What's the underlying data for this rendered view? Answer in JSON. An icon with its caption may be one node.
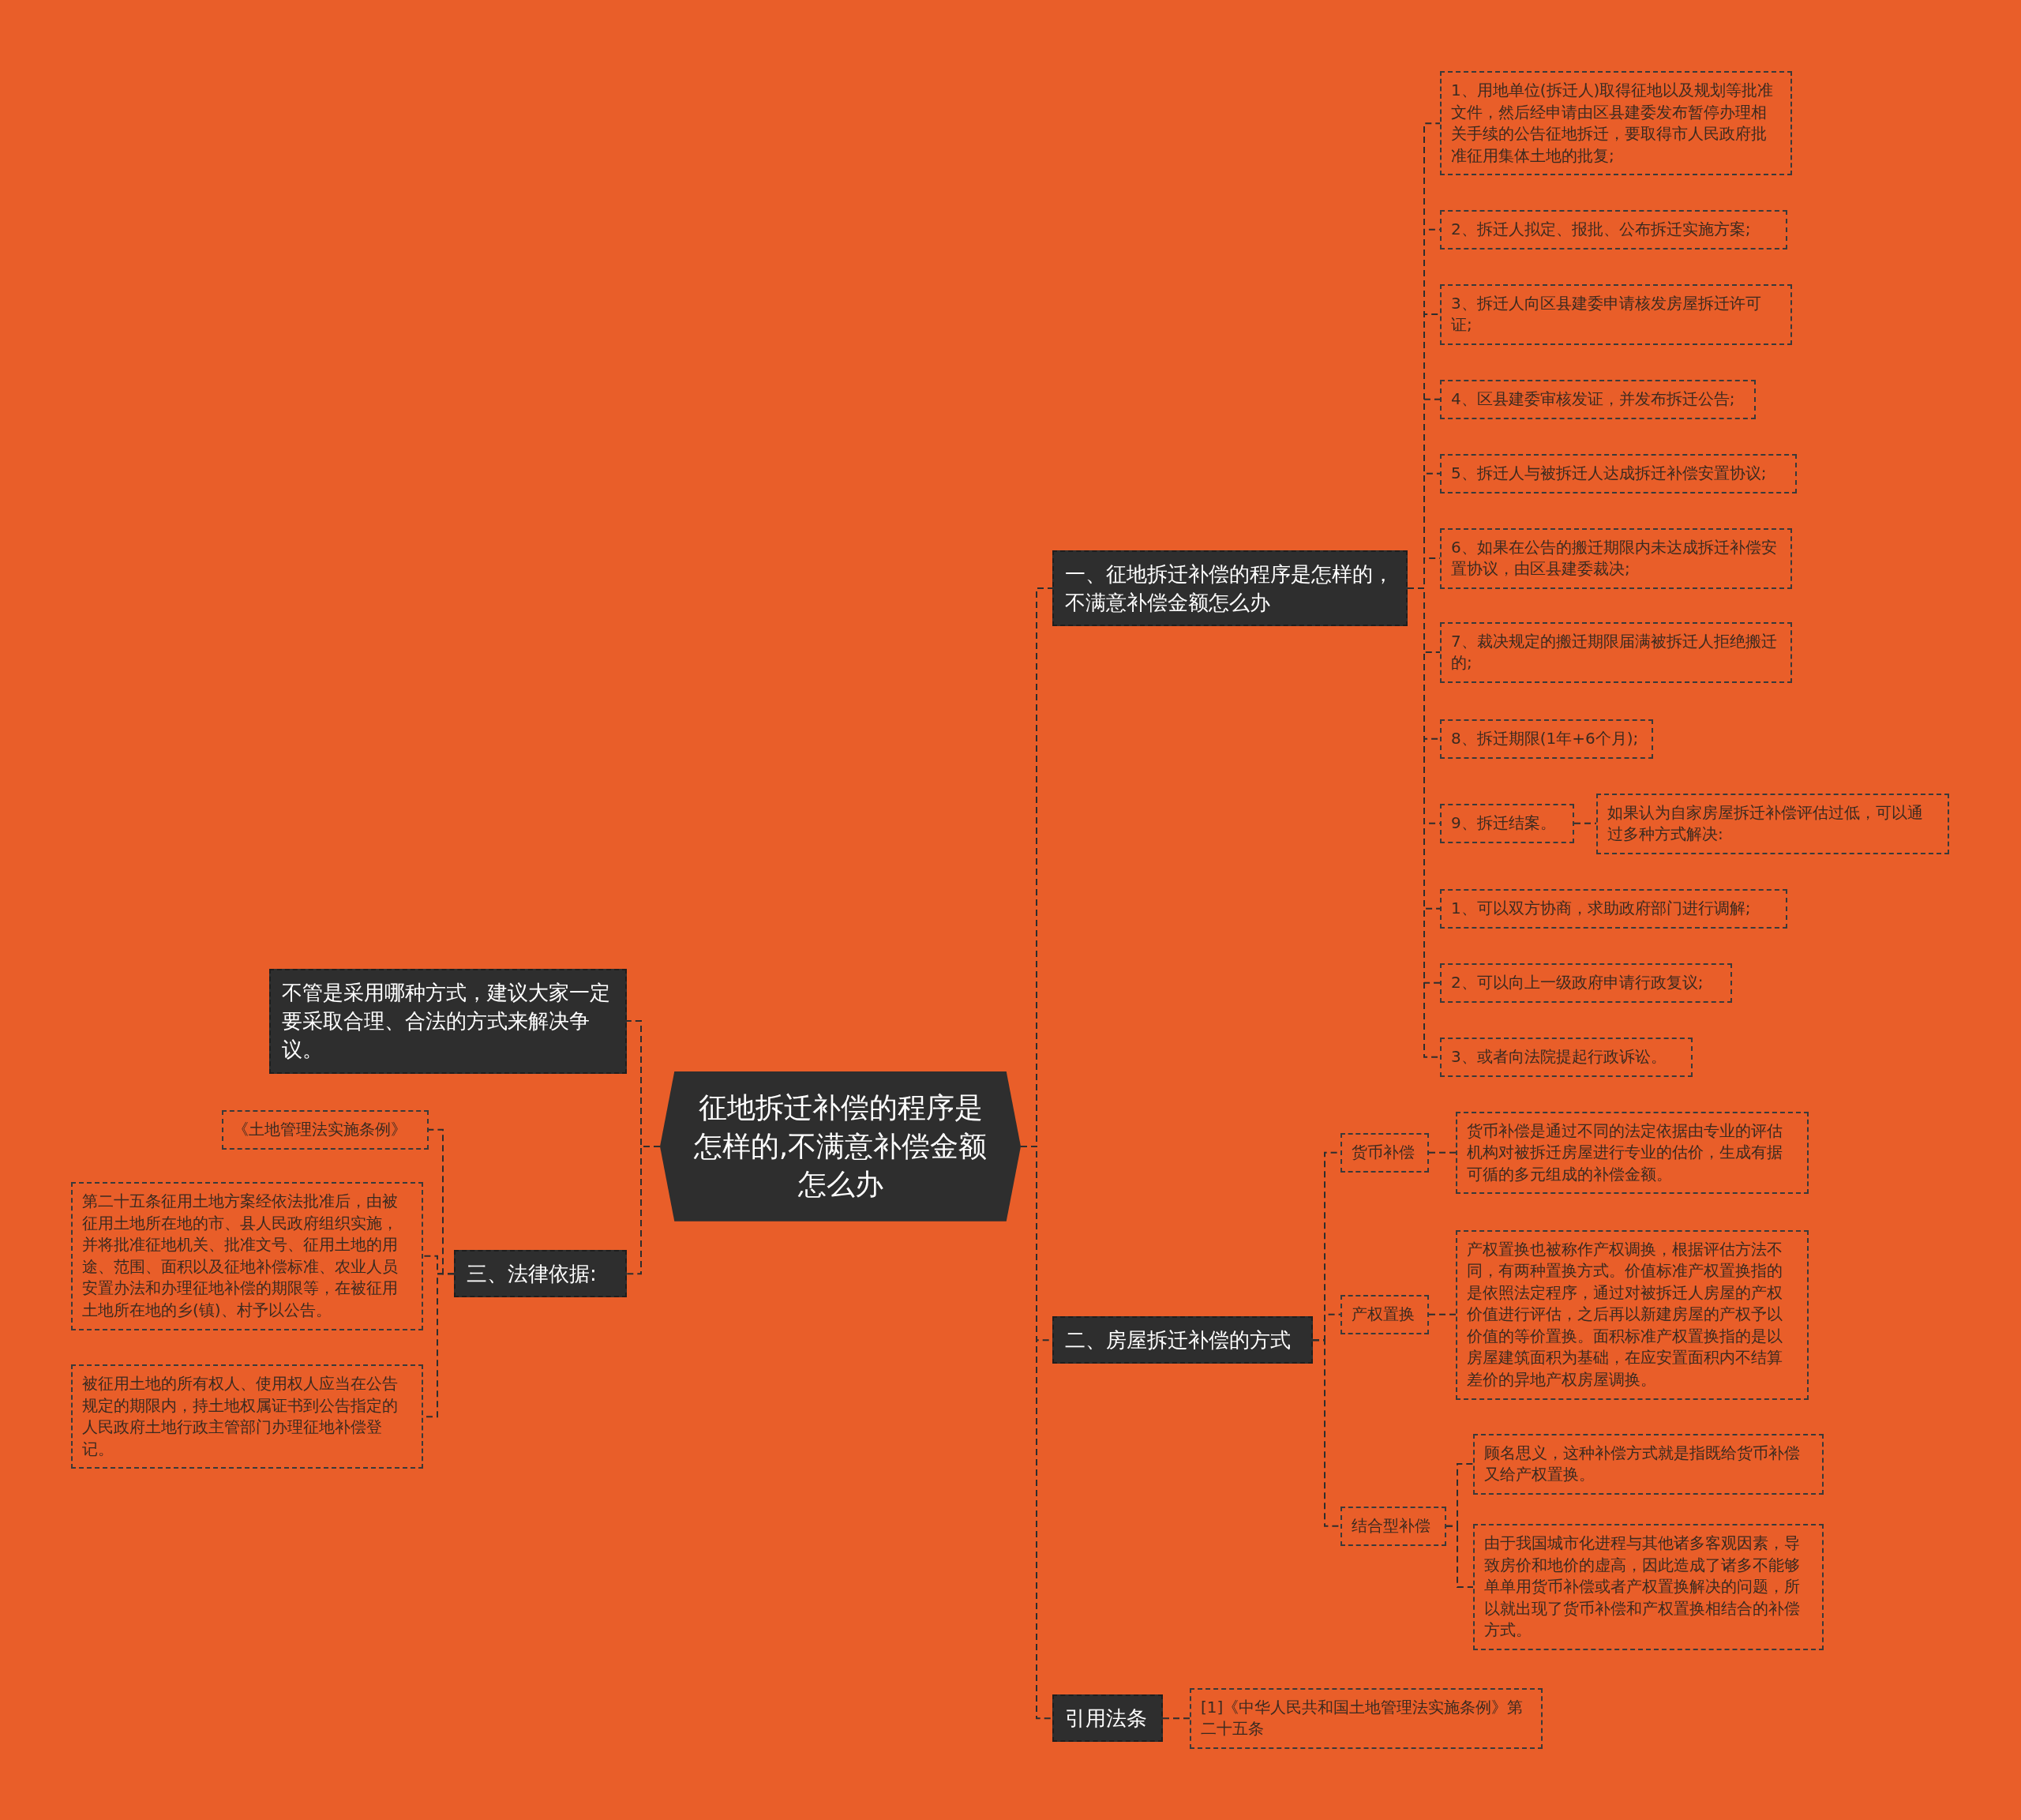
{
  "diagram": {
    "nodes": [
      {
        "text": [
          "征地拆迁补偿的程序是怎样的,不满意补偿金额怎么办"
        ]
      },
      {
        "text": [
          "一、征地拆迁补偿的程序是怎样的，不满意补偿金额怎么办"
        ]
      },
      {
        "text": [
          "1、用地单位(拆迁人)取得征地以及规划等批准文件，然后经申请由区县建委发布暂停办理相关手续的公告征地拆迁，要取得市人民政府批准征用集体土地的批复;"
        ]
      },
      {
        "text": [
          "2、拆迁人拟定、报批、公布拆迁实施方案;"
        ]
      },
      {
        "text": [
          "3、拆迁人向区县建委申请核发房屋拆迁许可证;"
        ]
      },
      {
        "text": [
          "4、区县建委审核发证，并发布拆迁公告;"
        ]
      },
      {
        "text": [
          "5、拆迁人与被拆迁人达成拆迁补偿安置协议;"
        ]
      },
      {
        "text": [
          "6、如果在公告的搬迁期限内未达成拆迁补偿安置协议，由区县建委裁决;"
        ]
      },
      {
        "text": [
          "7、裁决规定的搬迁期限届满被拆迁人拒绝搬迁的;"
        ]
      },
      {
        "text": [
          "8、拆迁期限(1年+6个月);"
        ]
      },
      {
        "text": [
          "9、拆迁结案。"
        ]
      },
      {
        "text": [
          "如果认为自家房屋拆迁补偿评估过低，可以通过多种方式解决:"
        ]
      },
      {
        "text": [
          "1、可以双方协商，求助政府部门进行调解;"
        ]
      },
      {
        "text": [
          "2、可以向上一级政府申请行政复议;"
        ]
      },
      {
        "text": [
          "3、或者向法院提起行政诉讼。"
        ]
      },
      {
        "text": [
          "二、房屋拆迁补偿的方式"
        ]
      },
      {
        "text": [
          "货币补偿"
        ]
      },
      {
        "text": [
          "货币补偿是通过不同的法定依据由专业的评估机构对被拆迁房屋进行专业的估价，生成有据可循的多元组成的补偿金额。"
        ]
      },
      {
        "text": [
          "产权置换"
        ]
      },
      {
        "text": [
          "产权置换也被称作产权调换，根据评估方法不同，有两种置换方式。价值标准产权置换指的是依照法定程序，通过对被拆迁人房屋的产权价值进行评估，之后再以新建房屋的产权予以价值的等价置换。面积标准产权置换指的是以房屋建筑面积为基础，在应安置面积内不结算差价的异地产权房屋调换。"
        ]
      },
      {
        "text": [
          "结合型补偿"
        ]
      },
      {
        "text": [
          "顾名思义，这种补偿方式就是指既给货币补偿又给产权置换。"
        ]
      },
      {
        "text": [
          "由于我国城市化进程与其他诸多客观因素，导致房价和地价的虚高，因此造成了诸多不能够单单用货币补偿或者产权置换解决的问题，所以就出现了货币补偿和产权置换相结合的补偿方式。"
        ]
      },
      {
        "text": [
          "引用法条"
        ]
      },
      {
        "text": [
          "[1]《中华人民共和国土地管理法实施条例》第二十五条"
        ]
      },
      {
        "text": [
          "不管是采用哪种方式，建议大家一定要采取合理、合法的方式来解决争议。"
        ]
      },
      {
        "text": [
          "三、法律依据:"
        ]
      },
      {
        "text": [
          "《土地管理法实施条例》"
        ]
      },
      {
        "text": [
          "第二十五条征用土地方案经依法批准后，由被征用土地所在地的市、县人民政府组织实施，并将批准征地机关、批准文号、征用土地的用途、范围、面积以及征地补偿标准、农业人员安置办法和办理征地补偿的期限等，在被征用土地所在地的乡(镇)、村予以公告。"
        ]
      },
      {
        "text": [
          "被征用土地的所有权人、使用权人应当在公告规定的期限内，持土地权属证书到公告指定的人民政府土地行政主管部门办理征地补偿登记。"
        ]
      }
    ],
    "edges": [
      {
        "from": 0,
        "to": 1,
        "arrow": "none"
      },
      {
        "from": 1,
        "to": 2,
        "arrow": "none"
      },
      {
        "from": 1,
        "to": 3,
        "arrow": "none"
      },
      {
        "from": 1,
        "to": 4,
        "arrow": "none"
      },
      {
        "from": 1,
        "to": 5,
        "arrow": "none"
      },
      {
        "from": 1,
        "to": 6,
        "arrow": "none"
      },
      {
        "from": 1,
        "to": 7,
        "arrow": "none"
      },
      {
        "from": 1,
        "to": 8,
        "arrow": "none"
      },
      {
        "from": 1,
        "to": 9,
        "arrow": "none"
      },
      {
        "from": 1,
        "to": 10,
        "arrow": "none"
      },
      {
        "from": 10,
        "to": 11,
        "arrow": "none"
      },
      {
        "from": 1,
        "to": 12,
        "arrow": "none"
      },
      {
        "from": 1,
        "to": 13,
        "arrow": "none"
      },
      {
        "from": 1,
        "to": 14,
        "arrow": "none"
      },
      {
        "from": 0,
        "to": 15,
        "arrow": "none"
      },
      {
        "from": 15,
        "to": 16,
        "arrow": "none"
      },
      {
        "from": 16,
        "to": 17,
        "arrow": "none"
      },
      {
        "from": 15,
        "to": 18,
        "arrow": "none"
      },
      {
        "from": 18,
        "to": 19,
        "arrow": "none"
      },
      {
        "from": 15,
        "to": 20,
        "arrow": "none"
      },
      {
        "from": 20,
        "to": 21,
        "arrow": "none"
      },
      {
        "from": 20,
        "to": 22,
        "arrow": "none"
      },
      {
        "from": 0,
        "to": 23,
        "arrow": "none"
      },
      {
        "from": 23,
        "to": 24,
        "arrow": "none"
      },
      {
        "from": 0,
        "to": 25,
        "arrow": "none"
      },
      {
        "from": 0,
        "to": 26,
        "arrow": "none"
      },
      {
        "from": 26,
        "to": 27,
        "arrow": "none"
      },
      {
        "from": 26,
        "to": 28,
        "arrow": "none"
      },
      {
        "from": 26,
        "to": 29,
        "arrow": "none"
      }
    ]
  }
}
